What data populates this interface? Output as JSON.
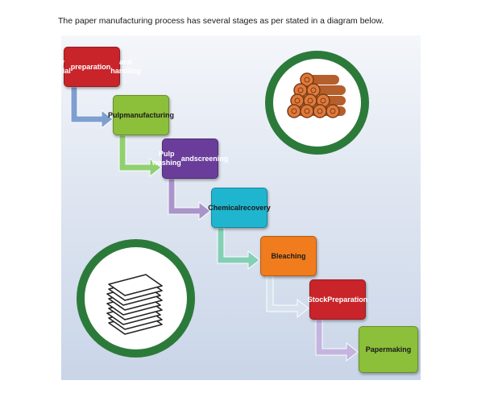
{
  "intro_text": "The paper manufacturing process has several stages as per stated in a diagram below.",
  "steps": [
    {
      "lines": [
        "Raw material",
        "preparation",
        "and handling"
      ],
      "fill": "#c8242a",
      "text_color": "#ffffff"
    },
    {
      "lines": [
        "Pulp",
        "manufacturin",
        "g"
      ],
      "fill": "#8cbf3a",
      "text_color": "#1a1a1a"
    },
    {
      "lines": [
        "Pulp washing",
        "and",
        "screening"
      ],
      "fill": "#6a3d9a",
      "text_color": "#ffffff"
    },
    {
      "lines": [
        "Chemical",
        "recovery"
      ],
      "fill": "#1fb5cf",
      "text_color": "#1a1a1a"
    },
    {
      "lines": [
        "Bleaching"
      ],
      "fill": "#f07c1e",
      "text_color": "#1a1a1a"
    },
    {
      "lines": [
        "Stock",
        "Preparation"
      ],
      "fill": "#c8242a",
      "text_color": "#ffffff"
    },
    {
      "lines": [
        "Papermaking"
      ],
      "fill": "#8cbf3a",
      "text_color": "#1a1a1a"
    }
  ],
  "connector_colors": [
    "#7a9bd0",
    "#8ccf6a",
    "#a791c9",
    "#7fd0b4",
    "#d8e3ef",
    "#c3b4df"
  ],
  "icons": {
    "logs_icon": "wood-logs-icon",
    "paper_icon": "paper-stack-icon",
    "ring_color": "#2c7a3a"
  }
}
